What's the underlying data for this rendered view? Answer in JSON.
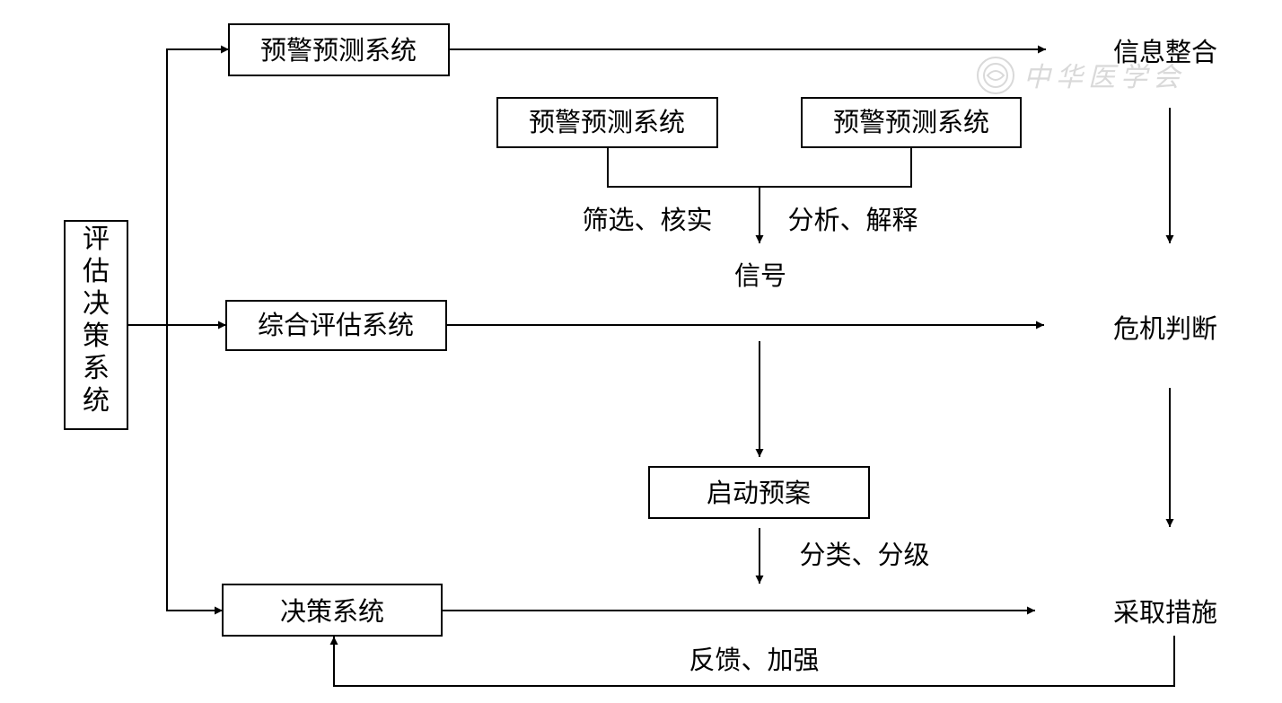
{
  "nodes": {
    "eval_system": "评估决策系统",
    "top_box": "预警预测系统",
    "mid_left_box": "预警预测系统",
    "mid_right_box": "预警预测系统",
    "comprehensive_box": "综合评估系统",
    "plan_box": "启动预案",
    "decision_box": "决策系统"
  },
  "labels": {
    "screen_verify": "筛选、核实",
    "analyze_explain": "分析、解释",
    "signal": "信号",
    "classify_grade": "分类、分级",
    "feedback": "反馈、加强",
    "info_integration": "信息整合",
    "crisis_judgment": "危机判断",
    "take_measures": "采取措施"
  },
  "watermark": {
    "text": "中华医学会"
  },
  "colors": {
    "line": "#000000",
    "watermark": "#d9d9d9"
  }
}
